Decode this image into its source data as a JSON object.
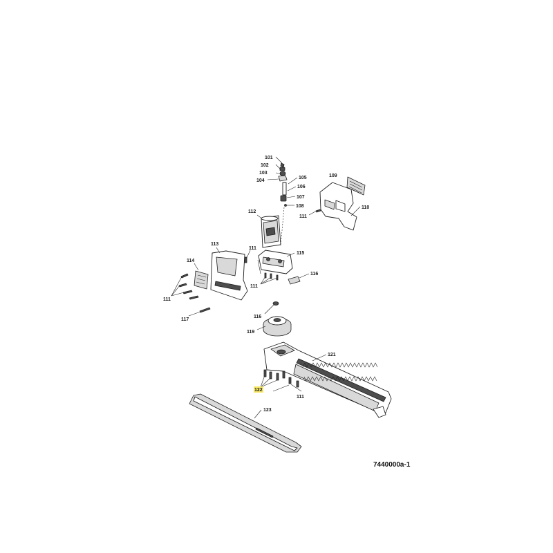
{
  "diagram": {
    "reference_code": "7440000a-1",
    "highlighted_label": "122",
    "highlight_color": "#f7e96a",
    "labels": {
      "l101": "101",
      "l102": "102",
      "l103": "103",
      "l104": "104",
      "l105": "105",
      "l106": "106",
      "l107": "107",
      "l108": "108",
      "l109": "109",
      "l110": "110",
      "l111_top": "111",
      "l111_mid": "111",
      "l111_switch": "111",
      "l111_left": "111",
      "l111_blade": "111",
      "l112": "112",
      "l113": "113",
      "l114": "114",
      "l115": "115",
      "l116": "116",
      "l116b": "116",
      "l117": "117",
      "l119": "119",
      "l121": "121",
      "l122": "122",
      "l123": "123"
    }
  }
}
